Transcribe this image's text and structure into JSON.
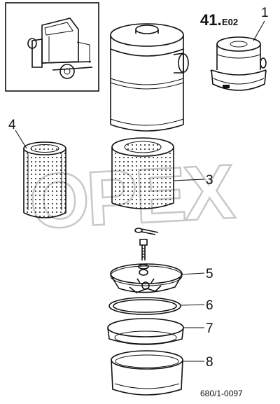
{
  "sheet": {
    "number": "41.",
    "suffix": "E02"
  },
  "drawing_code": "680/1-0097",
  "watermark": "OPEX",
  "callouts": [
    {
      "label": "1",
      "part": "air-filter-assembly"
    },
    {
      "label": "3",
      "part": "filter-element"
    },
    {
      "label": "4",
      "part": "filter-cartridge"
    },
    {
      "label": "5",
      "part": "clamp-ring"
    },
    {
      "label": "6",
      "part": "seal-ring"
    },
    {
      "label": "7",
      "part": "intermediate-ring"
    },
    {
      "label": "8",
      "part": "dust-bowl"
    }
  ]
}
